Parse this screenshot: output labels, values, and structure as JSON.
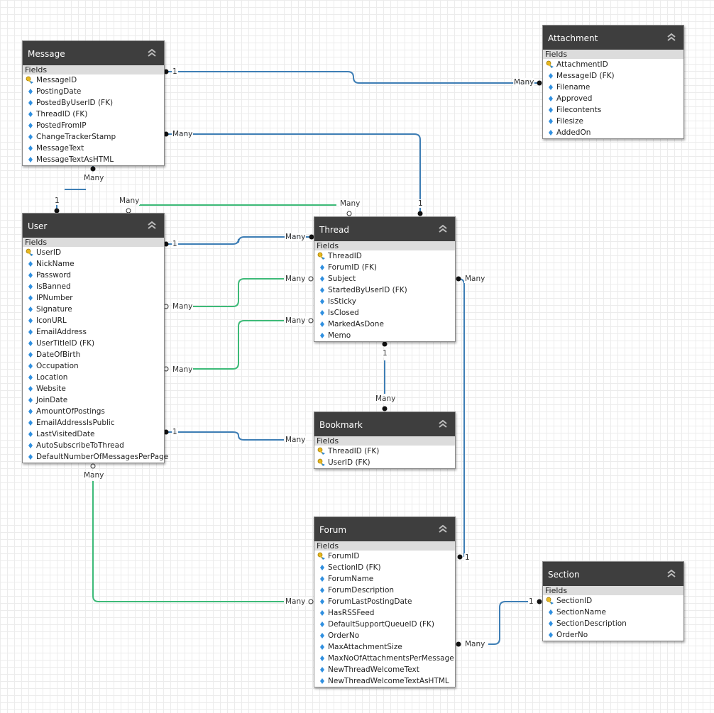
{
  "colors": {
    "header": "#3e3e3e",
    "fields_bar": "#dcdcdc",
    "blue_link": "#3e7eb5",
    "green_link": "#3dba78"
  },
  "section_label": "Fields",
  "entities": {
    "message": {
      "title": "Message",
      "fields": [
        "MessageID",
        "PostingDate",
        "PostedByUserID (FK)",
        "ThreadID (FK)",
        "PostedFromIP",
        "ChangeTrackerStamp",
        "MessageText",
        "MessageTextAsHTML"
      ]
    },
    "attachment": {
      "title": "Attachment",
      "fields": [
        "AttachmentID",
        "MessageID (FK)",
        "Filename",
        "Approved",
        "Filecontents",
        "Filesize",
        "AddedOn"
      ]
    },
    "user": {
      "title": "User",
      "fields": [
        "UserID",
        "NickName",
        "Password",
        "IsBanned",
        "IPNumber",
        "Signature",
        "IconURL",
        "EmailAddress",
        "UserTitleID (FK)",
        "DateOfBirth",
        "Occupation",
        "Location",
        "Website",
        "JoinDate",
        "AmountOfPostings",
        "EmailAddressIsPublic",
        "LastVisitedDate",
        "AutoSubscribeToThread",
        "DefaultNumberOfMessagesPerPage"
      ]
    },
    "thread": {
      "title": "Thread",
      "fields": [
        "ThreadID",
        "ForumID (FK)",
        "Subject",
        "StartedByUserID (FK)",
        "IsSticky",
        "IsClosed",
        "MarkedAsDone",
        "Memo"
      ]
    },
    "bookmark": {
      "title": "Bookmark",
      "fields": [
        "ThreadID (FK)",
        "UserID (FK)"
      ]
    },
    "forum": {
      "title": "Forum",
      "fields": [
        "ForumID",
        "SectionID (FK)",
        "ForumName",
        "ForumDescription",
        "ForumLastPostingDate",
        "HasRSSFeed",
        "DefaultSupportQueueID (FK)",
        "OrderNo",
        "MaxAttachmentSize",
        "MaxNoOfAttachmentsPerMessage",
        "NewThreadWelcomeText",
        "NewThreadWelcomeTextAsHTML"
      ]
    },
    "section": {
      "title": "Section",
      "fields": [
        "SectionID",
        "SectionName",
        "SectionDescription",
        "OrderNo"
      ]
    }
  },
  "key_fields": {
    "message": [
      "MessageID"
    ],
    "attachment": [
      "AttachmentID"
    ],
    "user": [
      "UserID"
    ],
    "thread": [
      "ThreadID"
    ],
    "bookmark": [
      "ThreadID (FK)",
      "UserID (FK)"
    ],
    "forum": [
      "ForumID"
    ],
    "section": [
      "SectionID"
    ]
  },
  "relations": [
    {
      "from": "Message",
      "from_card": "1",
      "to": "Attachment",
      "to_card": "Many",
      "color": "blue"
    },
    {
      "from": "Message",
      "from_card": "Many",
      "to": "Thread",
      "to_card": "1",
      "color": "blue"
    },
    {
      "from": "Message",
      "from_card": "Many",
      "to": "User",
      "to_card": "1",
      "color": "blue"
    },
    {
      "from": "User",
      "from_card": "Many",
      "to": "Thread",
      "to_card": "Many",
      "color": "green"
    },
    {
      "from": "User",
      "from_card": "1",
      "to": "Thread",
      "to_card": "Many",
      "color": "blue"
    },
    {
      "from": "User",
      "from_card": "Many",
      "to": "Thread",
      "to_card": "Many",
      "color": "green"
    },
    {
      "from": "User",
      "from_card": "Many",
      "to": "Thread",
      "to_card": "Many",
      "color": "green"
    },
    {
      "from": "User",
      "from_card": "1",
      "to": "Bookmark",
      "to_card": "Many",
      "color": "blue"
    },
    {
      "from": "Thread",
      "from_card": "1",
      "to": "Bookmark",
      "to_card": "Many",
      "color": "blue"
    },
    {
      "from": "Thread",
      "from_card": "Many",
      "to": "Forum",
      "to_card": "1",
      "color": "blue"
    },
    {
      "from": "User",
      "from_card": "Many",
      "to": "Forum",
      "to_card": "Many",
      "color": "green"
    },
    {
      "from": "Forum",
      "from_card": "Many",
      "to": "Section",
      "to_card": "1",
      "color": "blue"
    }
  ]
}
